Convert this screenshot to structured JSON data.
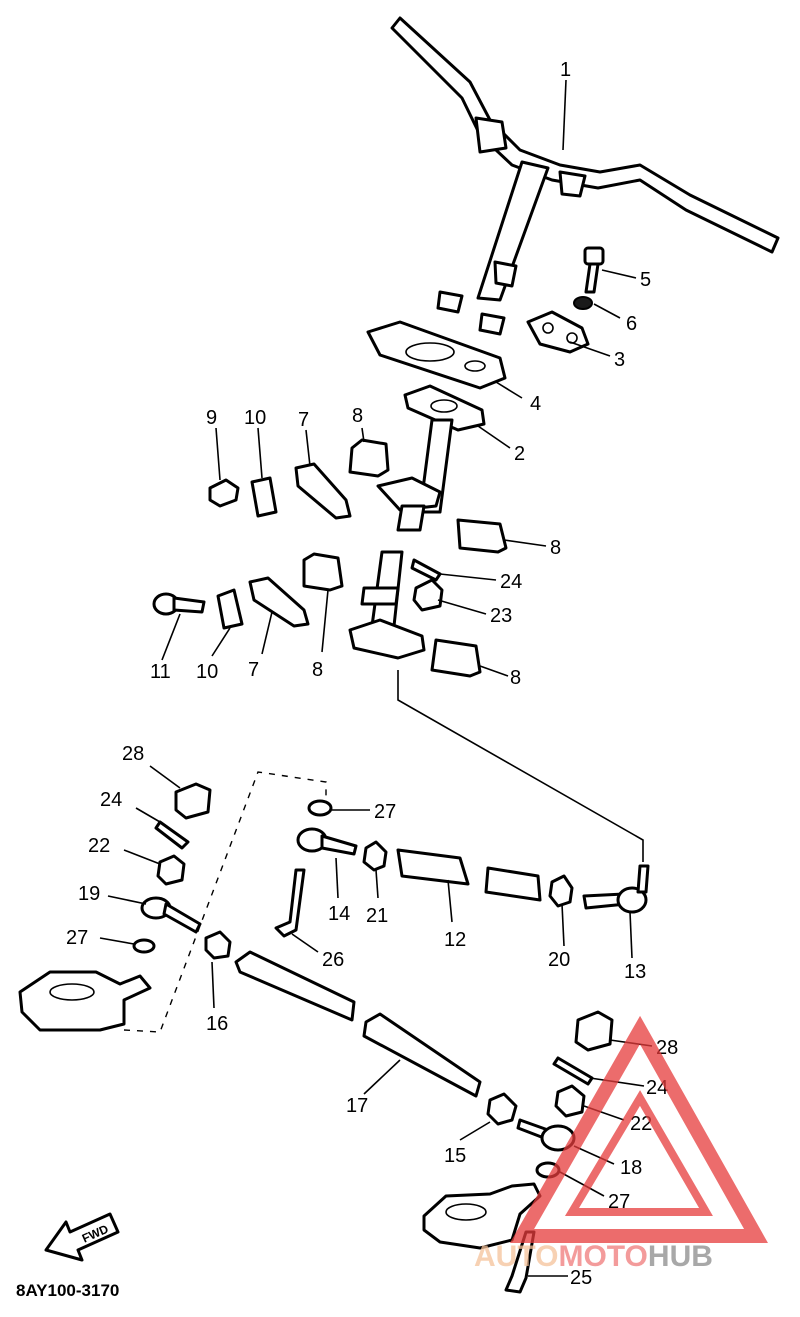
{
  "labels": {
    "l1": "1",
    "l2": "2",
    "l3": "3",
    "l4": "4",
    "l5": "5",
    "l6": "6",
    "l7a": "7",
    "l7b": "7",
    "l8a": "8",
    "l8b": "8",
    "l8c": "8",
    "l8d": "8",
    "l9": "9",
    "l10a": "10",
    "l10b": "10",
    "l11": "11",
    "l12": "12",
    "l13": "13",
    "l14": "14",
    "l15": "15",
    "l16": "16",
    "l17": "17",
    "l18": "18",
    "l19": "19",
    "l20": "20",
    "l21": "21",
    "l22a": "22",
    "l22b": "22",
    "l23": "23",
    "l24a": "24",
    "l24b": "24",
    "l24c": "24",
    "l25": "25",
    "l26": "26",
    "l27a": "27",
    "l27b": "27",
    "l27c": "27",
    "l28a": "28",
    "l28b": "28"
  },
  "diagram_code": "8AY100-3170",
  "fwd_label": "FWD",
  "watermark": {
    "part1": "AUTO",
    "part2": "MOTO",
    "part3": "HUB",
    "colors": {
      "auto": "#f5c29a",
      "moto": "#f07a7a",
      "hub": "#8c8c8c",
      "triangle": "#e63c3c"
    }
  }
}
